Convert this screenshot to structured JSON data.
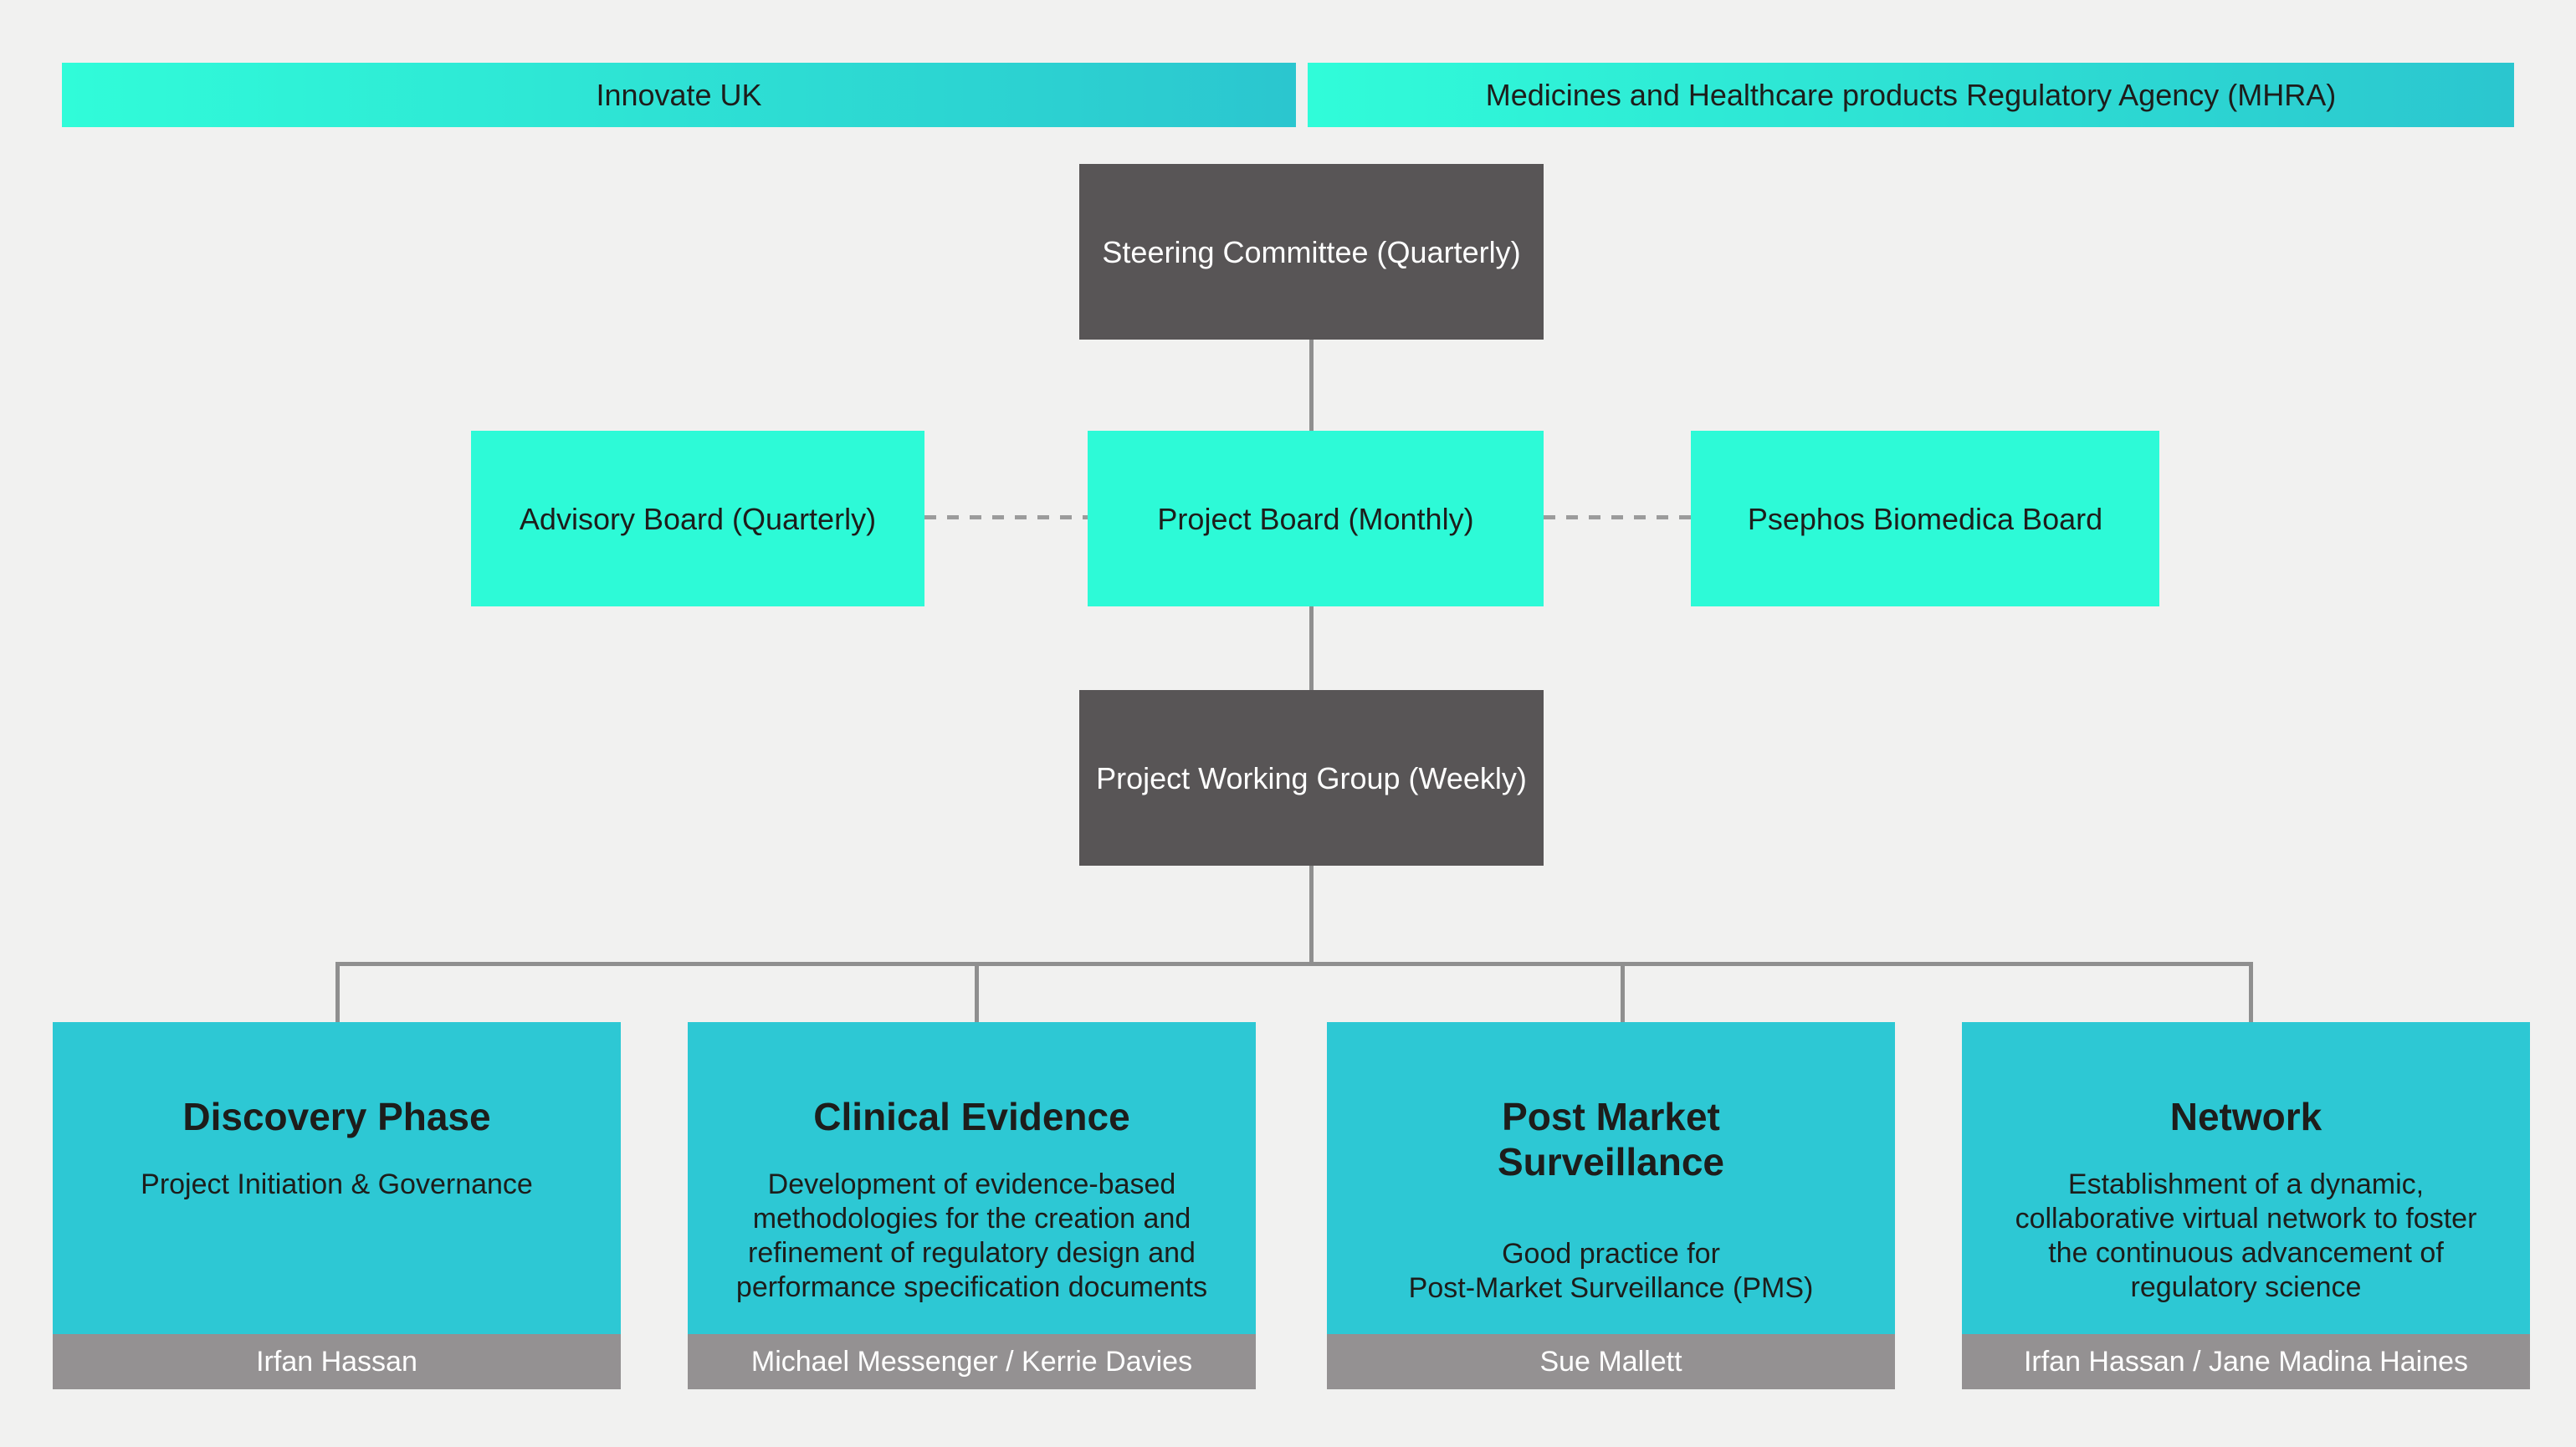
{
  "colors": {
    "background": "#f1f1f0",
    "gradient_start": "#30fcd9",
    "gradient_end": "#2bc6cf",
    "teal_box": "#2dfad7",
    "dark_box": "#585556",
    "card_body": "#2dc8d4",
    "card_footer": "#949192",
    "connector": "#8f8f8f"
  },
  "top_bars": [
    {
      "label": "Innovate UK"
    },
    {
      "label": "Medicines and Healthcare products Regulatory Agency (MHRA)"
    }
  ],
  "governance": {
    "steering_committee": "Steering Committee (Quarterly)",
    "advisory_board": "Advisory Board (Quarterly)",
    "project_board": "Project Board (Monthly)",
    "psephos_board": "Psephos Biomedica Board",
    "working_group": "Project Working Group (Weekly)"
  },
  "workstreams": [
    {
      "title": "Discovery Phase",
      "description": "Project Initiation & Governance",
      "lead": "Irfan Hassan"
    },
    {
      "title": "Clinical Evidence",
      "description": "Development of evidence-based\nmethodologies for the creation and\nrefinement of regulatory design and\nperformance specification documents",
      "lead": "Michael Messenger / Kerrie Davies"
    },
    {
      "title": "Post Market Surveillance",
      "description": "Good practice for\nPost-Market Surveillance (PMS)",
      "lead": "Sue Mallett"
    },
    {
      "title": "Network",
      "description": "Establishment of a dynamic,\ncollaborative virtual network to foster\nthe continuous advancement of\nregulatory science",
      "lead": "Irfan Hassan / Jane Madina Haines"
    }
  ]
}
